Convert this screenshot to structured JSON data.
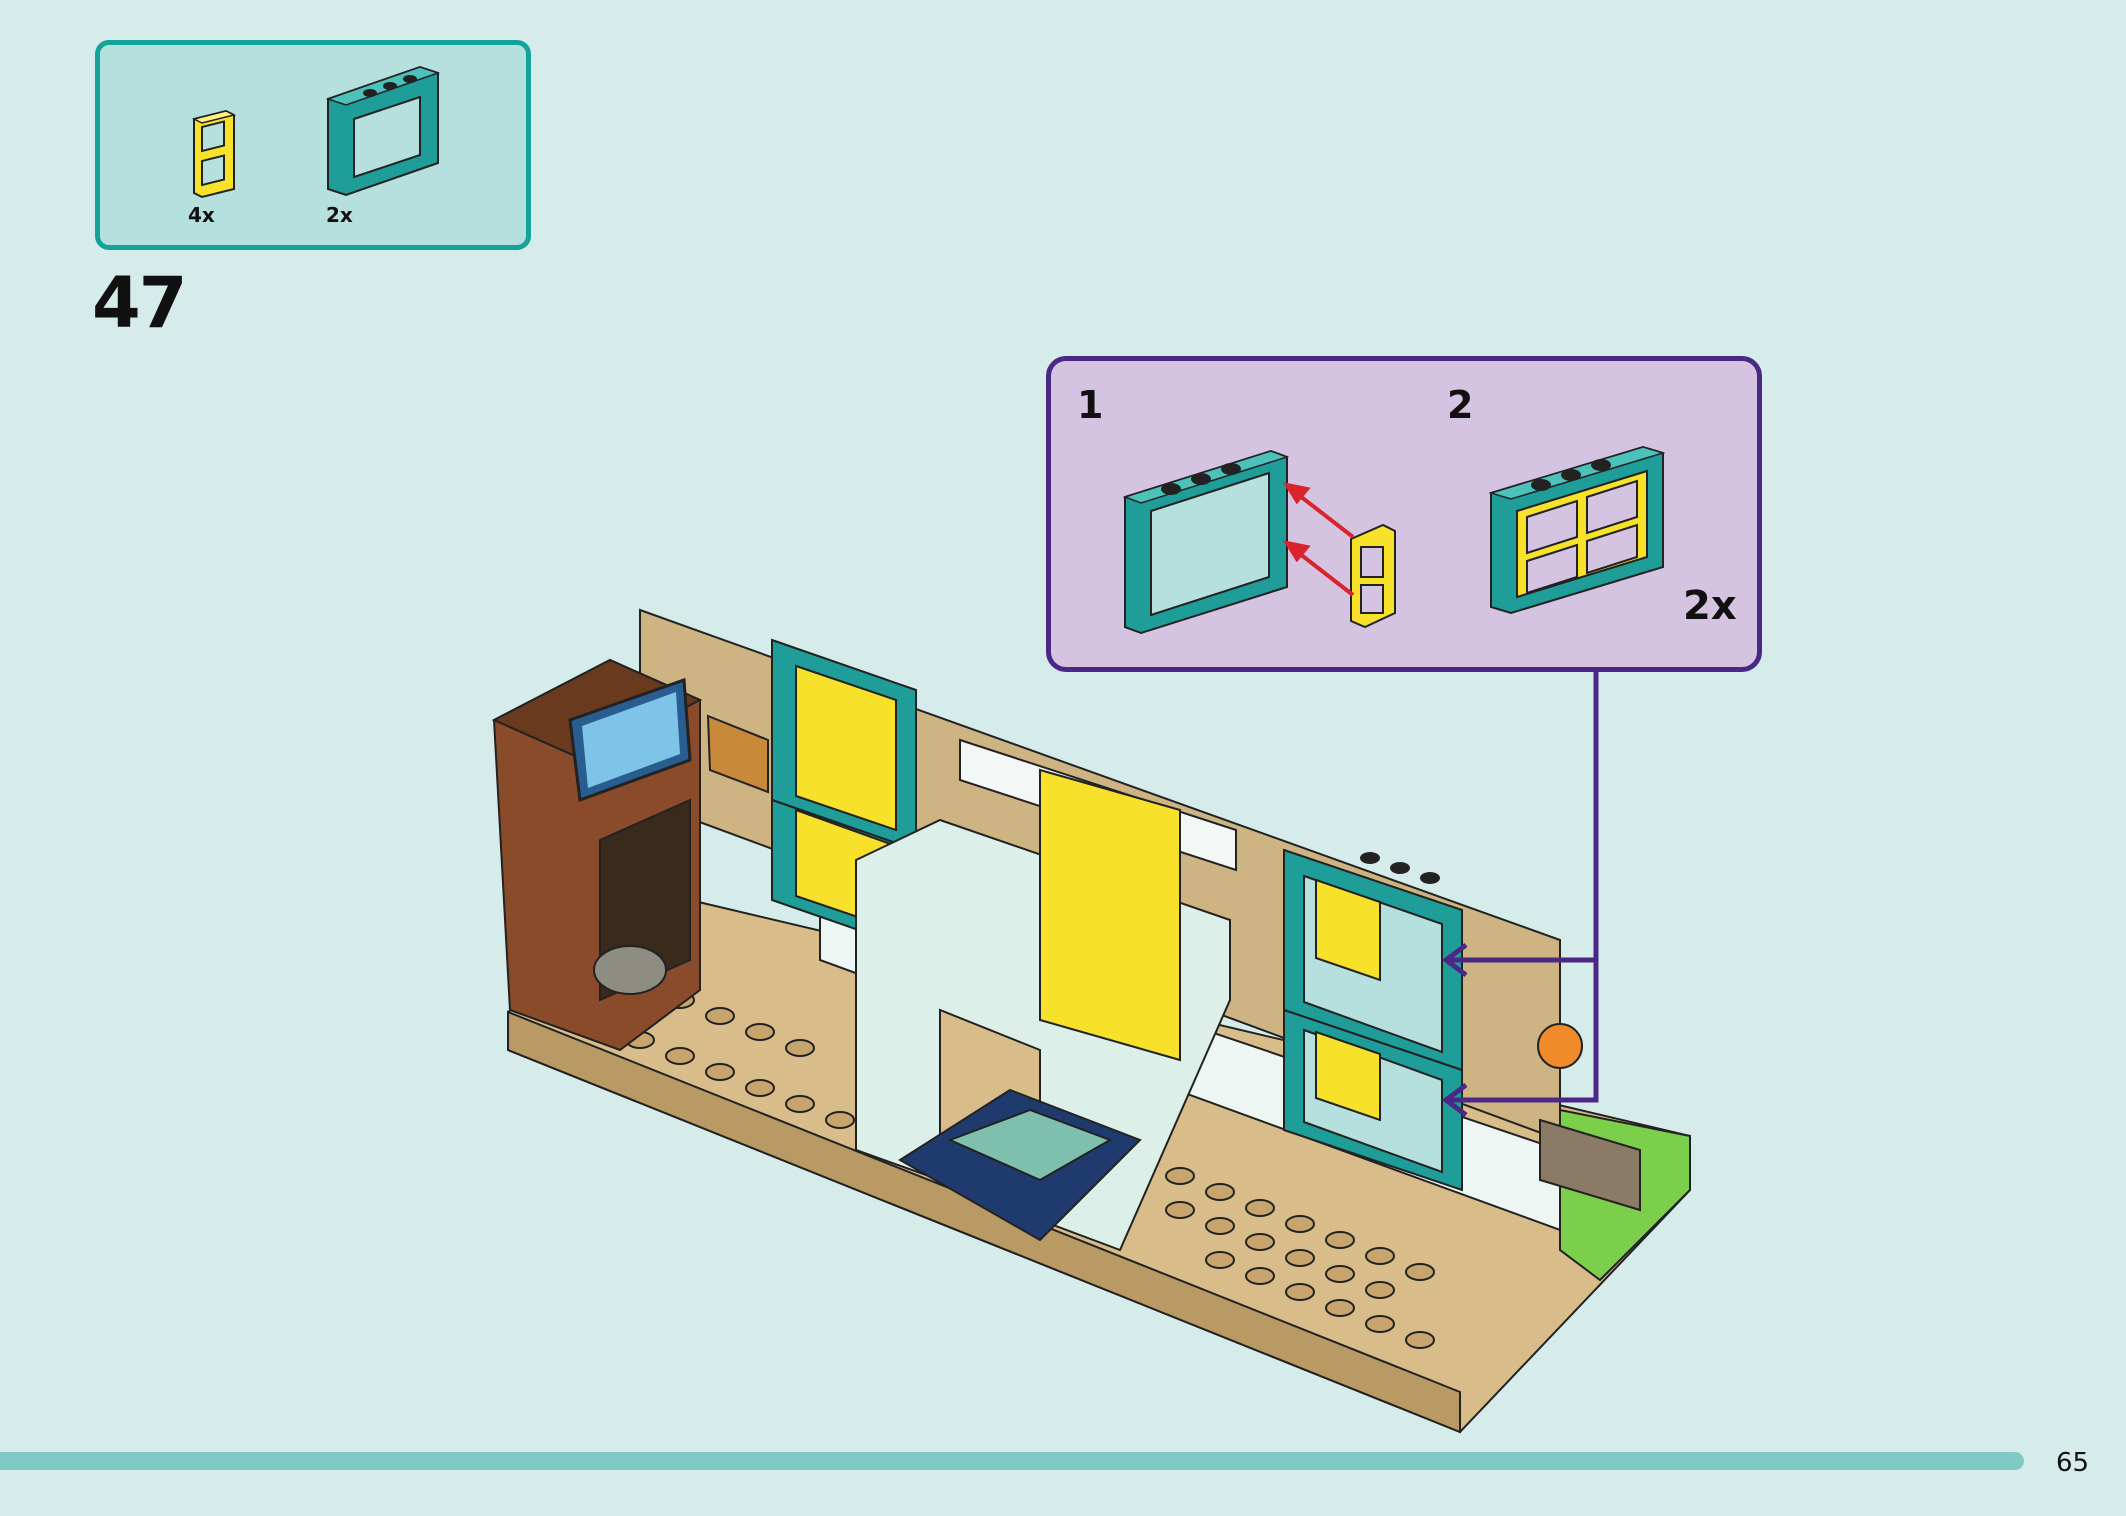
{
  "parts_list": {
    "items": [
      {
        "name": "yellow-window-pane",
        "color": "#f7e12a",
        "quantity": "4x"
      },
      {
        "name": "teal-window-frame",
        "color": "#1f9d98",
        "quantity": "2x"
      }
    ]
  },
  "step": {
    "number": "47"
  },
  "callout": {
    "substep_1": "1",
    "substep_2": "2",
    "multiplier": "2x"
  },
  "colors": {
    "background": "#d5ecea",
    "parts_box_border": "#13a39a",
    "callout_border": "#4b2886",
    "callout_fill": "#d5c3e2",
    "arrow_red": "#d9232d",
    "teal": "#1f9d98",
    "yellow": "#f7e12a"
  },
  "footer": {
    "page_number": "65"
  }
}
